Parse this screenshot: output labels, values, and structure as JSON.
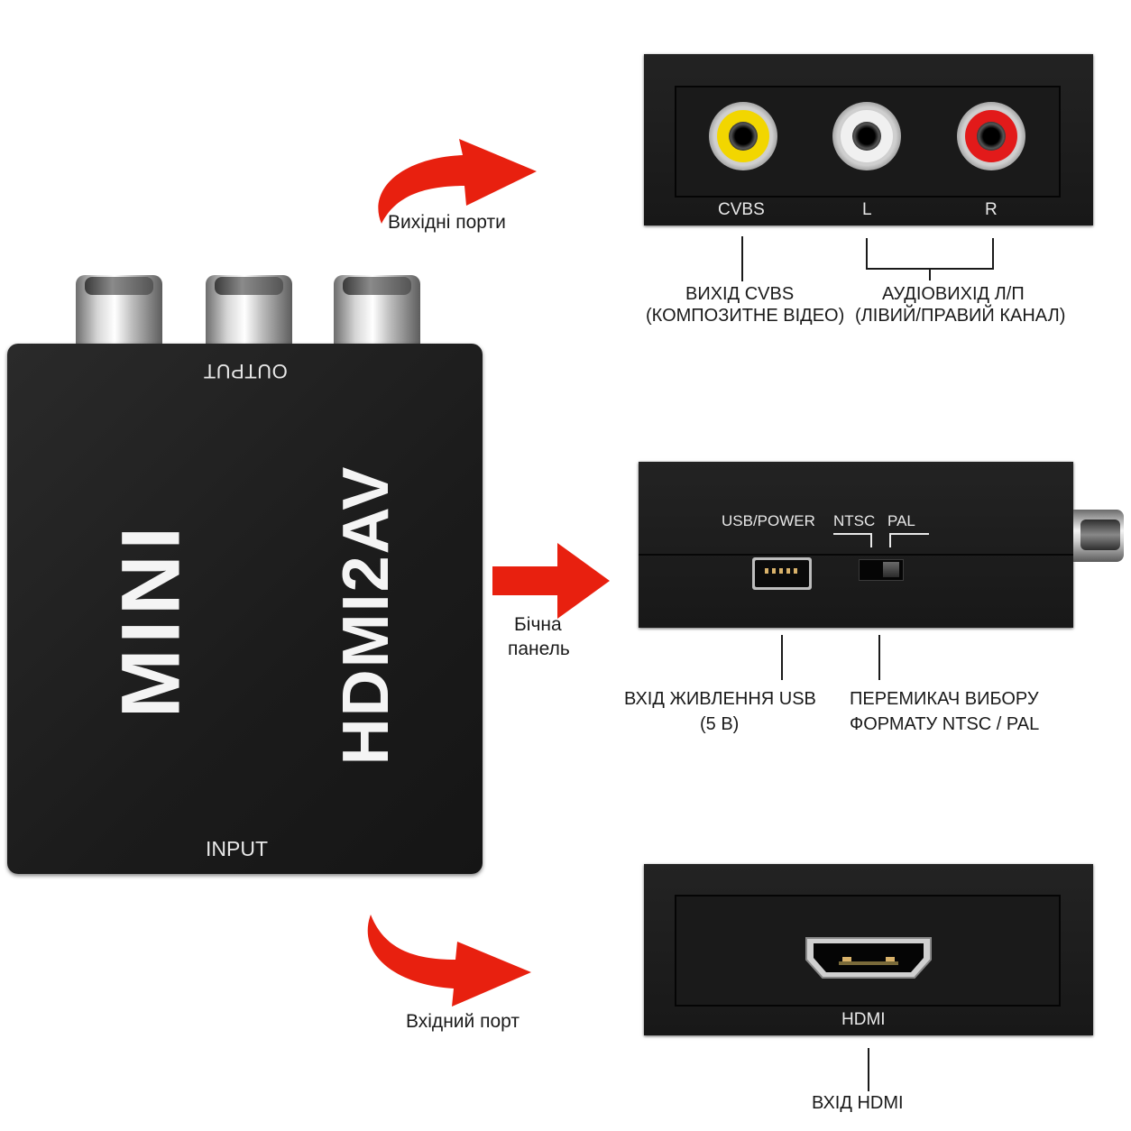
{
  "device": {
    "output_label": "OUTPUT",
    "input_label": "INPUT",
    "brand_line1": "MINI",
    "brand_line2": "HDMI2AV"
  },
  "callouts": {
    "output_ports": "Вихідні порти",
    "side_panel_line1": "Бічна",
    "side_panel_line2": "панель",
    "input_port": "Вхідний порт"
  },
  "output_panel": {
    "ports": [
      {
        "label": "CVBS",
        "color": "#f2d600"
      },
      {
        "label": "L",
        "color": "#f0f0f0"
      },
      {
        "label": "R",
        "color": "#e21a1a"
      }
    ],
    "cvbs_desc_line1": "ВИХІД CVBS",
    "cvbs_desc_line2": "(КОМПОЗИТНЕ ВІДЕО)",
    "audio_desc_line1": "АУДІОВИХІД Л/П",
    "audio_desc_line2": "(ЛІВИЙ/ПРАВИЙ КАНАЛ)"
  },
  "side_panel": {
    "usb_label": "USB/POWER",
    "ntsc_label": "NTSC",
    "pal_label": "PAL",
    "usb_desc_line1": "ВХІД ЖИВЛЕННЯ USB",
    "usb_desc_line2": "(5 В)",
    "switch_desc_line1": "ПЕРЕМИКАЧ ВИБОРУ",
    "switch_desc_line2": "ФОРМАТУ NTSC / PAL"
  },
  "input_panel": {
    "hdmi_label": "HDMI",
    "hdmi_desc": "ВХІД HDMI"
  },
  "colors": {
    "arrow": "#e8200f",
    "device": "#1e1e1e"
  }
}
